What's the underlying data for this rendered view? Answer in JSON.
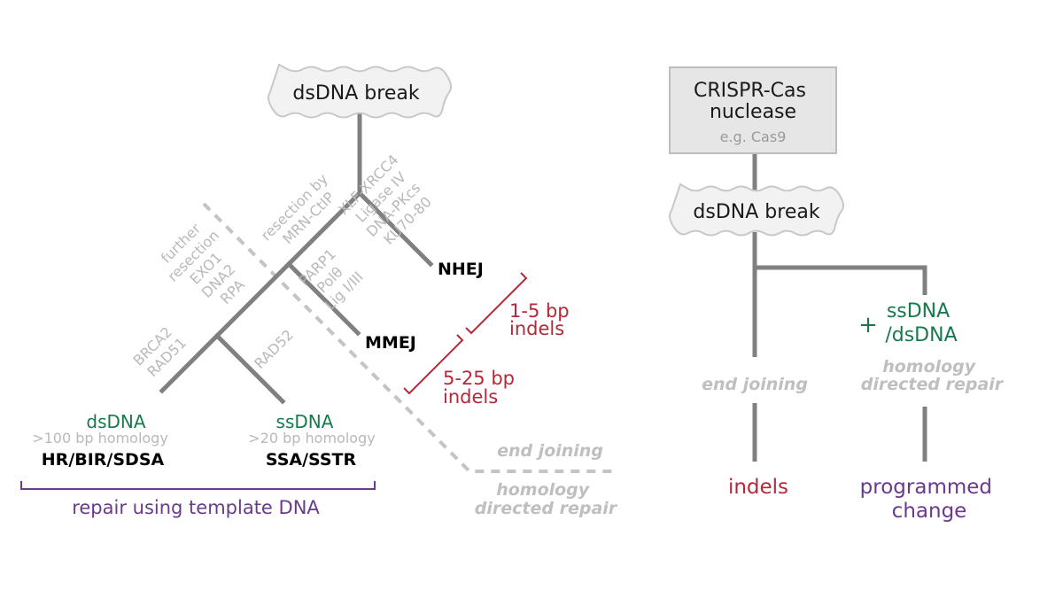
{
  "left": {
    "break_label": "dsDNA break",
    "nhej": {
      "label": "NHEJ",
      "factors": [
        "XLF-XRCC4",
        "Ligase IV",
        "DNA-PKcs",
        "KU70-80"
      ]
    },
    "resection": [
      "resection by",
      "MRN-CtIP"
    ],
    "mmej": {
      "label": "MMEJ",
      "factors": [
        "PARP1",
        "Polθ",
        "Lig I/III"
      ]
    },
    "further_resection": [
      "further",
      "resection",
      "EXO1",
      "DNA2",
      "RPA"
    ],
    "brca": [
      "BRCA2",
      "RAD51"
    ],
    "rad52": "RAD52",
    "hr": {
      "template": "dsDNA",
      "homology": ">100 bp homology",
      "label": "HR/BIR/SDSA"
    },
    "ssa": {
      "template": "ssDNA",
      "homology": ">20 bp homology",
      "label": "SSA/SSTR"
    },
    "template_bracket_label": "repair using template DNA",
    "indels_small": [
      "1-5 bp",
      "indels"
    ],
    "indels_large": [
      "5-25 bp",
      "indels"
    ],
    "end_joining": "end joining",
    "hdr": [
      "homology",
      "directed repair"
    ]
  },
  "right": {
    "nuclease": [
      "CRISPR-Cas",
      "nuclease"
    ],
    "nuclease_example": "e.g. Cas9",
    "break_label": "dsDNA break",
    "plus": "+",
    "donor": [
      "ssDNA",
      "/dsDNA"
    ],
    "end_joining": "end joining",
    "hdr": [
      "homology",
      "directed repair"
    ],
    "outcome_indels": "indels",
    "outcome_programmed": [
      "programmed",
      "change"
    ]
  },
  "colors": {
    "line": "#808080",
    "dashed": "#c4c4c4",
    "grey_text": "#b9b9b9",
    "green": "#177a4c",
    "red": "#b5283a",
    "purple": "#6a3a8c",
    "box_fill": "#e6e6e6",
    "box_stroke": "#bdbdbd",
    "cloud_fill": "#f2f2f2",
    "cloud_stroke": "#c8c8c8"
  }
}
